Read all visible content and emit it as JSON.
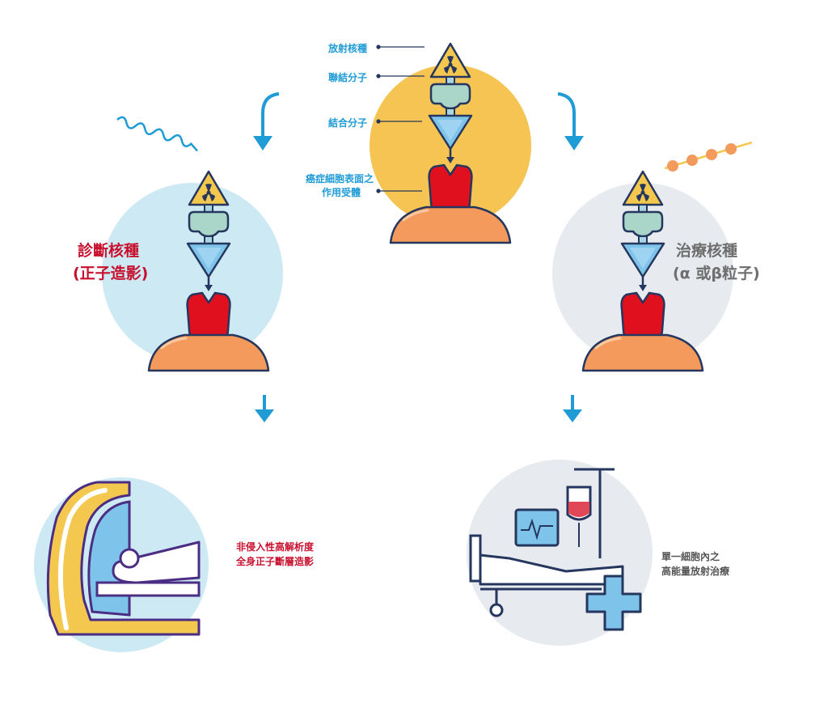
{
  "top": {
    "radionuclide": "放射核種",
    "linker": "聯結分子",
    "binder": "結合分子",
    "receptor_line1": "癌症細胞表面之",
    "receptor_line2": "作用受體"
  },
  "diagnostic": {
    "title": "診斷核種",
    "subtitle": "(正子造影)",
    "outcome_line1": "非侵入性高解析度",
    "outcome_line2": "全身正子斷層造影"
  },
  "therapeutic": {
    "title": "治療核種",
    "subtitle": "(α 或β粒子)",
    "outcome_line1": "單一細胞內之",
    "outcome_line2": "高能量放射治療"
  },
  "colors": {
    "accent_blue": "#1f9bd6",
    "diagnostic_red": "#c8102e",
    "therapy_grey": "#6e6e6e",
    "top_circle": "#f5c452",
    "diag_circle": "#cde9f4",
    "ther_circle": "#e7eaef"
  }
}
